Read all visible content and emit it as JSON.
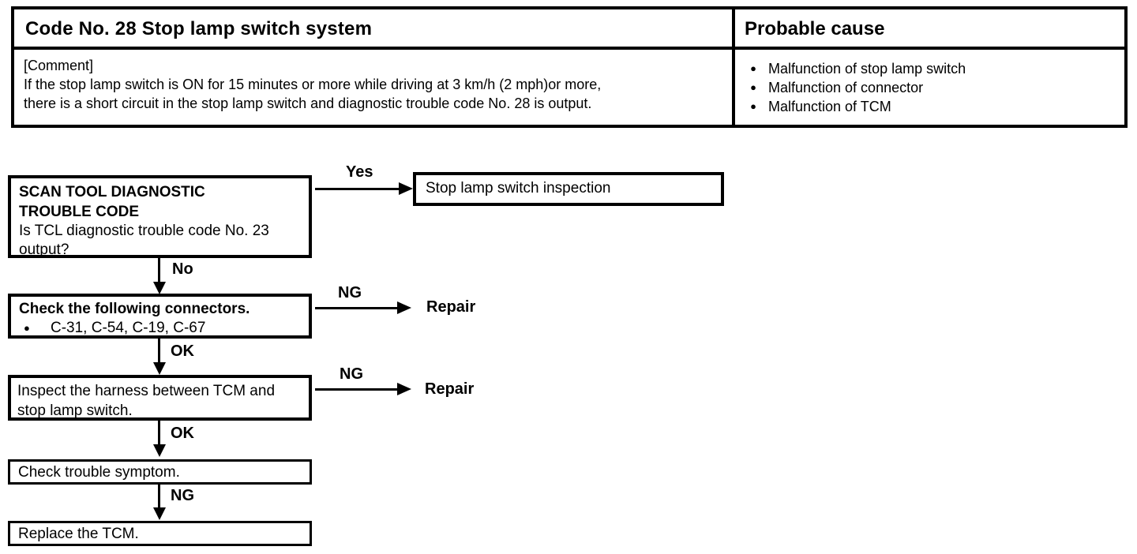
{
  "header_table": {
    "title": "Code No. 28 Stop lamp switch system",
    "probable_cause_header": "Probable cause",
    "comment": {
      "label": "[Comment]",
      "lines": [
        "If the stop lamp switch is ON for 15 minutes or more while driving at 3 km/h (2 mph)or more,",
        "there is a short circuit in the stop lamp switch and diagnostic trouble code No. 28 is output."
      ]
    },
    "probable_causes": [
      "Malfunction of stop lamp switch",
      "Malfunction of connector",
      "Malfunction of TCM"
    ]
  },
  "icons": {
    "bullet": "●"
  },
  "labels": {
    "yes": "Yes",
    "no": "No",
    "ng": "NG",
    "ok": "OK"
  },
  "flowchart": {
    "step1": {
      "title_lines": [
        "SCAN TOOL DIAGNOSTIC",
        "TROUBLE CODE"
      ],
      "question": "Is TCL diagnostic trouble code No. 23 output?"
    },
    "inspection_result": "Stop lamp switch inspection",
    "step2": {
      "title": "Check the following connectors.",
      "connectors": "C-31, C-54, C-19, C-67"
    },
    "repair_action": "Repair",
    "step3": "Inspect the harness between TCM and stop lamp switch.",
    "step4": "Check trouble symptom.",
    "step5": "Replace the TCM."
  },
  "colors": {
    "ink": "#000000",
    "paper": "#ffffff"
  }
}
